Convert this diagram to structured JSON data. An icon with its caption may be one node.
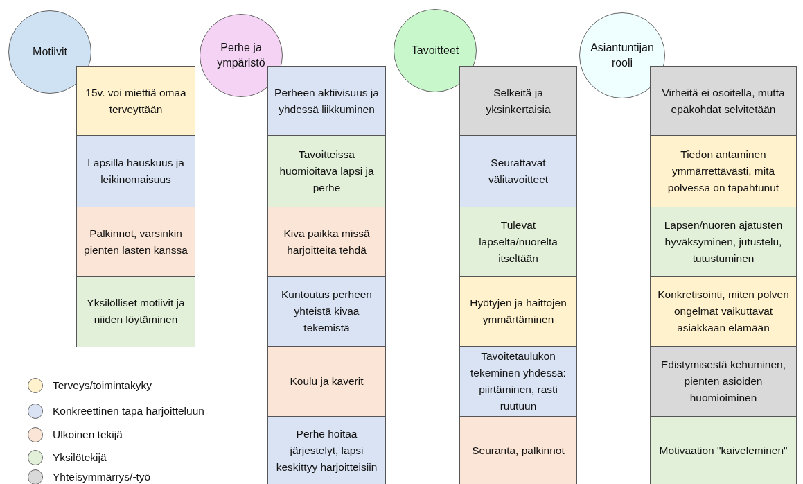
{
  "diagram": {
    "nodes": [
      {
        "text": [
          "Motiivit"
        ]
      },
      {
        "text": [
          "15v. voi miettiä omaa terveyttään"
        ]
      },
      {
        "text": [
          "Lapsilla hauskuus ja leikinomaisuus"
        ]
      },
      {
        "text": [
          "Palkinnot, varsinkin pienten lasten kanssa"
        ]
      },
      {
        "text": [
          "Yksilölliset motiivit ja niiden löytäminen"
        ]
      },
      {
        "text": [
          "Perhe ja ympäristö"
        ]
      },
      {
        "text": [
          "Perheen aktiivisuus ja yhdessä liikkuminen"
        ]
      },
      {
        "text": [
          "Tavoitteissa huomioitava lapsi ja perhe"
        ]
      },
      {
        "text": [
          "Kiva paikka missä harjoitteita tehdä"
        ]
      },
      {
        "text": [
          "Kuntoutus perheen yhteistä kivaa tekemistä"
        ]
      },
      {
        "text": [
          "Koulu ja kaverit"
        ]
      },
      {
        "text": [
          "Perhe hoitaa järjestelyt, lapsi keskittyy harjoitteisiin"
        ]
      },
      {
        "text": [
          "Tavoitteet"
        ]
      },
      {
        "text": [
          "Selkeitä ja yksinkertaisia"
        ]
      },
      {
        "text": [
          "Seurattavat välitavoitteet"
        ]
      },
      {
        "text": [
          "Tulevat lapselta/nuorelta itseltään"
        ]
      },
      {
        "text": [
          "Hyötyjen ja haittojen ymmärtäminen"
        ]
      },
      {
        "text": [
          "Tavoitetaulukon tekeminen yhdessä: piirtäminen, rasti ruutuun"
        ]
      },
      {
        "text": [
          "Seuranta, palkinnot"
        ]
      },
      {
        "text": [
          "Asiantuntijan rooli"
        ]
      },
      {
        "text": [
          "Virheitä ei osoitella, mutta epäkohdat selvitetään"
        ]
      },
      {
        "text": [
          "Tiedon antaminen ymmärrettävästi, mitä polvessa on tapahtunut"
        ]
      },
      {
        "text": [
          "Lapsen/nuoren ajatusten hyväksyminen, jutustelu, tutustuminen"
        ]
      },
      {
        "text": [
          "Konkretisointi, miten polven ongelmat vaikuttavat asiakkaan elämään"
        ]
      },
      {
        "text": [
          "Edistymisestä kehuminen, pienten asioiden huomioiminen"
        ]
      },
      {
        "text": [
          "Motivaation \"kaiveleminen\""
        ]
      }
    ],
    "edges": [],
    "legend": [
      {
        "text": "Terveys/toimintakyky",
        "color": "#fff2cc"
      },
      {
        "text": "Konkreettinen tapa harjoitteluun",
        "color": "#dae3f3"
      },
      {
        "text": "Ulkoinen tekijä",
        "color": "#fbe5d6"
      },
      {
        "text": "Yksilötekijä",
        "color": "#e2f0d9"
      },
      {
        "text": "Yhteisymmärrys/-työ",
        "color": "#d9d9d9"
      }
    ]
  }
}
